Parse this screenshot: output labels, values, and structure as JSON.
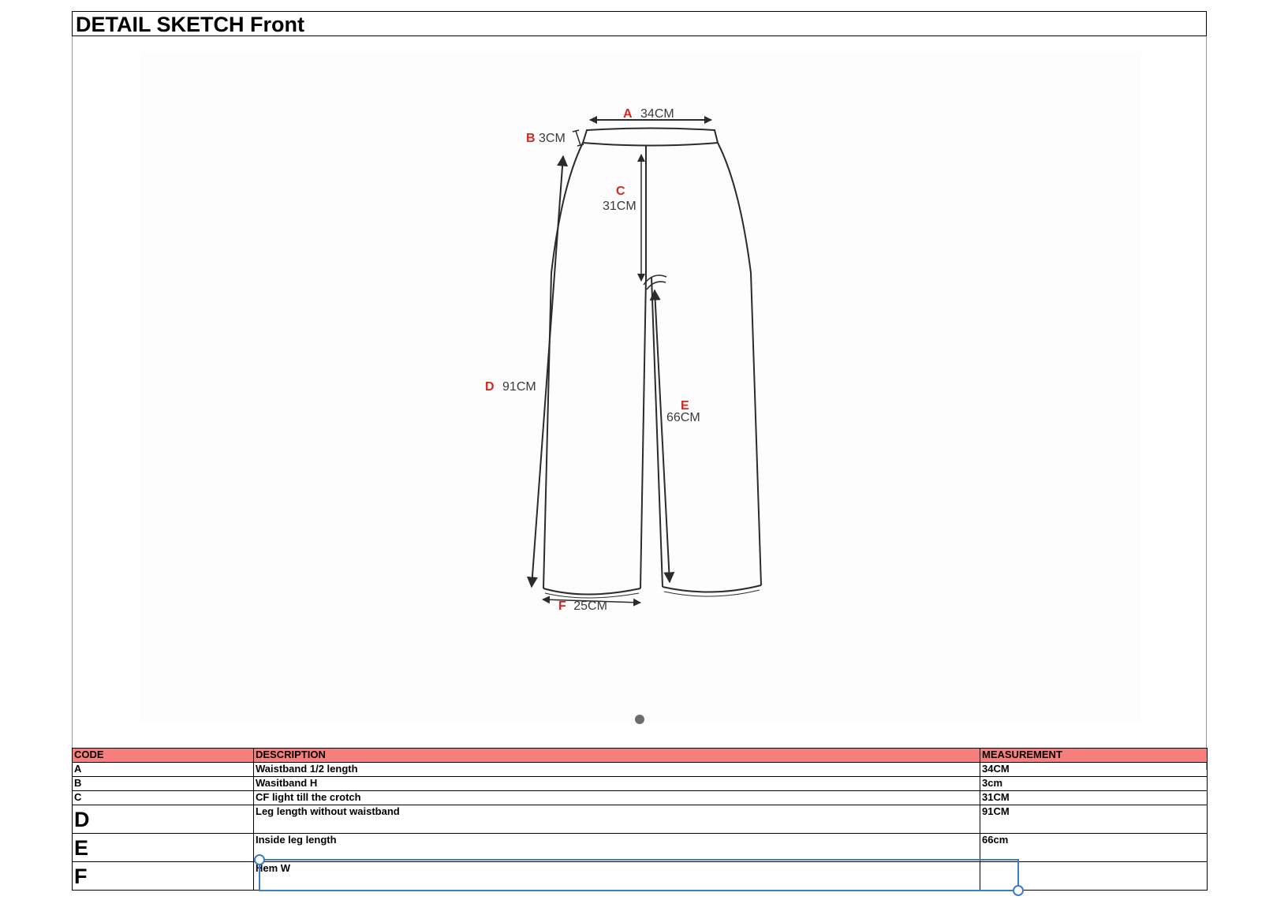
{
  "sheet": {
    "title": "DETAIL SKETCH Front"
  },
  "sketch": {
    "callouts": [
      {
        "code": "A",
        "value": "34CM"
      },
      {
        "code": "B",
        "value": "3CM"
      },
      {
        "code": "C",
        "value": "31CM"
      },
      {
        "code": "D",
        "value": "91CM"
      },
      {
        "code": "E",
        "value": "66CM"
      },
      {
        "code": "F",
        "value": "25CM"
      }
    ],
    "code_color": "#d7261e",
    "line_color": "#2b2b2b"
  },
  "table": {
    "header_color": "#f67f7d",
    "headers": {
      "code": "CODE",
      "description": "DESCRIPTION",
      "measurement": "MEASUREMENT"
    },
    "rows": [
      {
        "code": "A",
        "description": "Waistband 1/2 length",
        "measurement": "34CM"
      },
      {
        "code": "B",
        "description": "Wasitband H",
        "measurement": "3cm"
      },
      {
        "code": "C",
        "description": "CF light till the crotch",
        "measurement": "31CM"
      },
      {
        "code": "D",
        "description": "Leg length without waistband",
        "measurement": "91CM"
      },
      {
        "code": "E",
        "description": "Inside leg length",
        "measurement": "66cm"
      },
      {
        "code": "F",
        "description": "Hem W",
        "measurement": ""
      }
    ]
  },
  "selection_color": "#3f7cc6"
}
